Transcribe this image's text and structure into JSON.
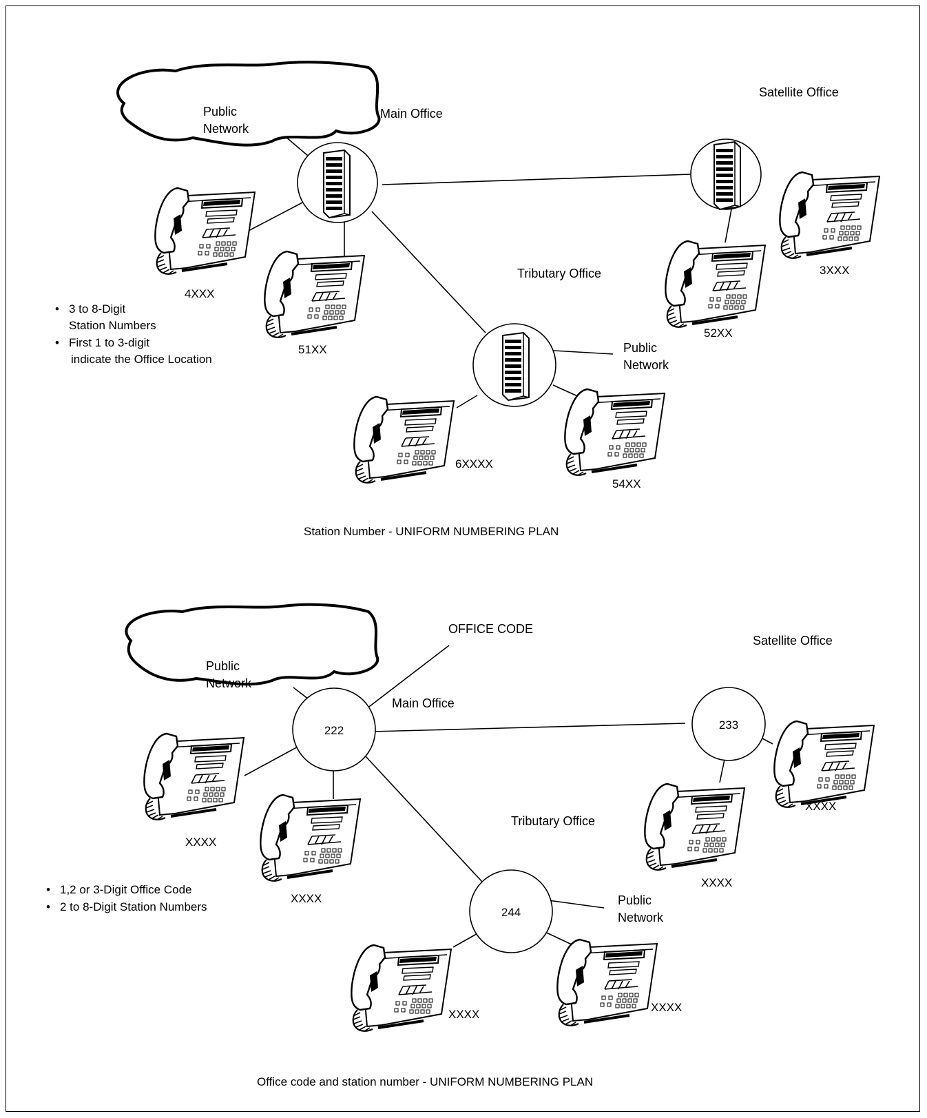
{
  "top": {
    "cloud_label": [
      "Public",
      "Network"
    ],
    "main_office": "Main Office",
    "satellite_office": "Satellite Office",
    "tributary_office": "Tributary Office",
    "public_network": [
      "Public",
      "Network"
    ],
    "phones": {
      "main_left": "4XXX",
      "main_bottom": "51XX",
      "sat_right": "3XXX",
      "sat_bottom": "52XX",
      "trib_left": "6XXXX",
      "trib_right": "54XX"
    },
    "bullets": [
      "3 to 8-Digit",
      "Station Numbers",
      "First 1 to 3-digit",
      "indicate the Office Location"
    ],
    "caption": "Station Number - UNIFORM NUMBERING PLAN"
  },
  "bottom": {
    "cloud_label": [
      "Public",
      "Network"
    ],
    "office_code": "OFFICE CODE",
    "main_office": "Main Office",
    "satellite_office": "Satellite Office",
    "tributary_office": "Tributary Office",
    "public_network": [
      "Public",
      "Network"
    ],
    "codes": {
      "main": "222",
      "satellite": "233",
      "tributary": "244"
    },
    "phones": {
      "main_left": "XXXX",
      "main_bottom": "XXXX",
      "sat_right": "XXXX",
      "sat_bottom": "XXXX",
      "trib_left": "XXXX",
      "trib_right": "XXXX"
    },
    "bullets": [
      "1,2 or 3-Digit Office Code",
      "2 to 8-Digit Station Numbers"
    ],
    "caption": "Office code and station number - UNIFORM NUMBERING PLAN"
  }
}
